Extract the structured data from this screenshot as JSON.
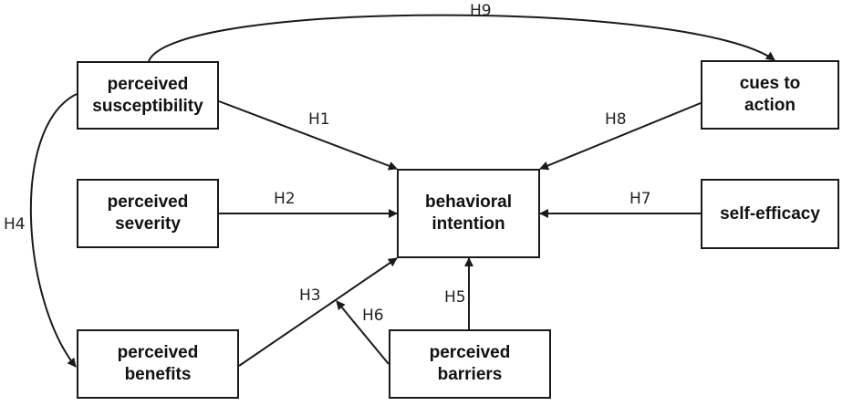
{
  "nodes": {
    "susceptibility": {
      "line1": "perceived",
      "line2": "susceptibility"
    },
    "severity": {
      "line1": "perceived",
      "line2": "severity"
    },
    "benefits": {
      "line1": "perceived",
      "line2": "benefits"
    },
    "intention": {
      "line1": "behavioral",
      "line2": "intention"
    },
    "cues": {
      "line1": "cues to",
      "line2": "action"
    },
    "self_efficacy": {
      "line1": "self-efficacy"
    },
    "barriers": {
      "line1": "perceived",
      "line2": "barriers"
    }
  },
  "hypotheses": {
    "h1": "H1",
    "h2": "H2",
    "h3": "H3",
    "h4": "H4",
    "h5": "H5",
    "h6": "H6",
    "h7": "H7",
    "h8": "H8",
    "h9": "H9"
  },
  "colors": {
    "line": "#1a1a1a",
    "text": "#111111"
  }
}
